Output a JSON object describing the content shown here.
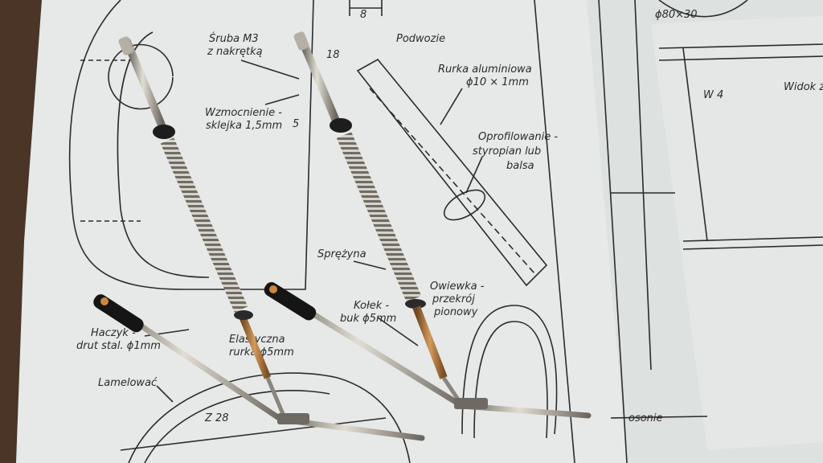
{
  "blueprint": {
    "labels": {
      "dim_8": "8",
      "podwozie": "Podwozie",
      "sruba_line1": "Śruba M3",
      "sruba_line2": "z nakrętką",
      "num_18": "18",
      "wzmocnienie_line1": "Wzmocnienie -",
      "wzmocnienie_line2": "sklejka 1,5mm",
      "num_5": "5",
      "rurka_line1": "Rurka aluminiowa",
      "rurka_line2": "ϕ10 × 1mm",
      "oprofilowanie_line1": "Oprofilowanie -",
      "oprofilowanie_line2": "styropian lub",
      "oprofilowanie_line3": "balsa",
      "sprezyna": "Sprężyna",
      "owiewka_line1": "Owiewka -",
      "owiewka_line2": "przekrój",
      "owiewka_line3": "pionowy",
      "kolek_line1": "Kołek -",
      "kolek_line2": "buk ϕ5mm",
      "haczyk_line1": "Haczyk -",
      "haczyk_line2": "drut stal. ϕ1mm",
      "elastyczna_line1": "Elastyczna",
      "elastyczna_line2": "rurka ϕ5mm",
      "lamelowac": "Lamelować",
      "z28": "Z 28",
      "phi80x30": "ϕ80×30",
      "widok": "Widok z",
      "w4": "W 4",
      "oosonie": "osonie"
    }
  },
  "colors": {
    "paper": "#e9ecea",
    "paper_shadow": "#d6dad9",
    "ink": "#2b2b2b",
    "wood": "#3b2a1d",
    "chrome": "#9a958d",
    "brass": "#a06a32",
    "rubber": "#1d1d1d"
  }
}
